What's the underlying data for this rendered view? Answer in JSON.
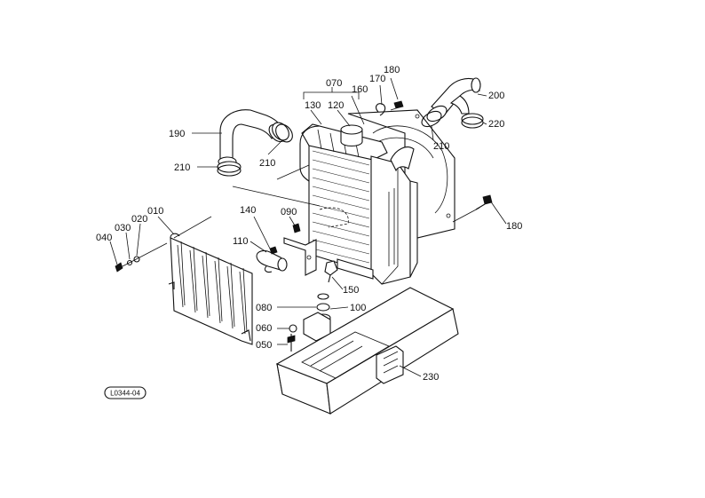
{
  "callouts": [
    {
      "id": "c010",
      "text": "010"
    },
    {
      "id": "c020",
      "text": "020"
    },
    {
      "id": "c030",
      "text": "030"
    },
    {
      "id": "c040",
      "text": "040"
    },
    {
      "id": "c050",
      "text": "050"
    },
    {
      "id": "c060",
      "text": "060"
    },
    {
      "id": "c070",
      "text": "070"
    },
    {
      "id": "c080",
      "text": "080"
    },
    {
      "id": "c090",
      "text": "090"
    },
    {
      "id": "c100",
      "text": "100"
    },
    {
      "id": "c110",
      "text": "110"
    },
    {
      "id": "c120",
      "text": "120"
    },
    {
      "id": "c130",
      "text": "130"
    },
    {
      "id": "c140",
      "text": "140"
    },
    {
      "id": "c150",
      "text": "150"
    },
    {
      "id": "c160",
      "text": "160"
    },
    {
      "id": "c170",
      "text": "170"
    },
    {
      "id": "c180a",
      "text": "180"
    },
    {
      "id": "c180b",
      "text": "180"
    },
    {
      "id": "c190",
      "text": "190"
    },
    {
      "id": "c200",
      "text": "200"
    },
    {
      "id": "c210a",
      "text": "210"
    },
    {
      "id": "c210b",
      "text": "210"
    },
    {
      "id": "c210c",
      "text": "210"
    },
    {
      "id": "c220",
      "text": "220"
    },
    {
      "id": "c230",
      "text": "230"
    }
  ],
  "badge": {
    "text": "L0344-04"
  }
}
